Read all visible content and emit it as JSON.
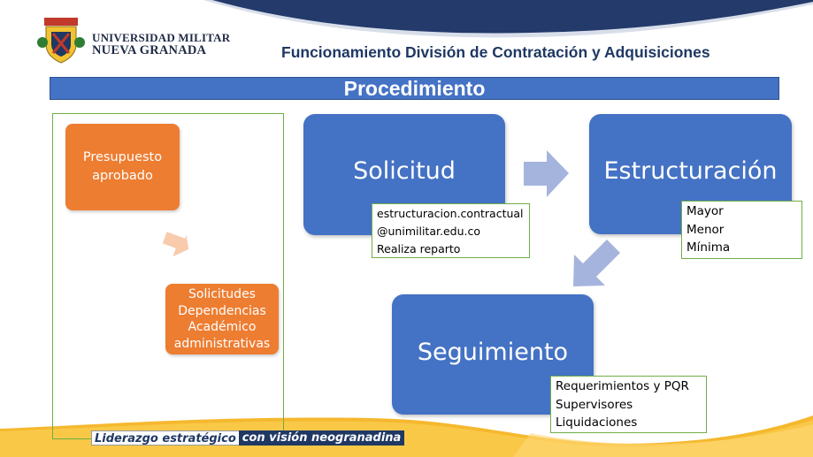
{
  "header": {
    "university_line1": "UNIVERSIDAD MILITAR",
    "university_line2": "NUEVA GRANADA",
    "slide_title": "Funcionamiento División de Contratación y Adquisiciones"
  },
  "banner": {
    "title": "Procedimiento"
  },
  "left_panel": {
    "box1": {
      "line1": "Presupuesto",
      "line2": "aprobado"
    },
    "box2": {
      "line1": "Solicitudes",
      "line2": "Dependencias",
      "line3": "Académico",
      "line4": "administrativas"
    }
  },
  "process": {
    "step1": {
      "label": "Solicitud",
      "note": [
        "estructuracion.contractual",
        "@unimilitar.edu.co",
        "Realiza reparto"
      ]
    },
    "step2": {
      "label": "Estructuración",
      "note": [
        "Mayor",
        "Menor",
        "Mínima"
      ]
    },
    "step3": {
      "label": "Seguimiento",
      "note": [
        "Requerimientos y PQR",
        "Supervisores",
        "Liquidaciones"
      ]
    }
  },
  "footer": {
    "slogan_part1": "Liderazgo estratégico",
    "slogan_part2": "con visión neogranadina"
  },
  "colors": {
    "navy": "#1f3864",
    "blue": "#4472c4",
    "orange": "#ed7d31",
    "gold": "#f5b82e",
    "green": "#70ad47",
    "arrow": "#a5b4dc"
  }
}
